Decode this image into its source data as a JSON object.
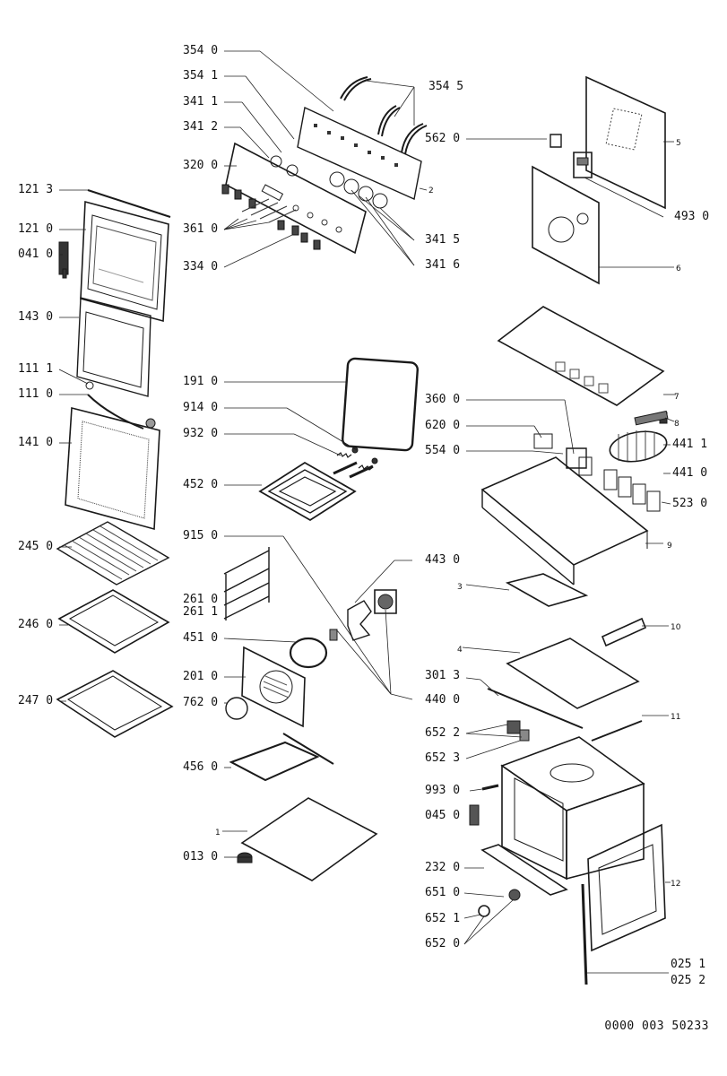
{
  "document_code": "0000 003 50233",
  "labels_left": [
    "121 3",
    "121 0",
    "041 0",
    "143 0",
    "111 1",
    "111 0",
    "141 0",
    "245 0",
    "246 0",
    "247 0"
  ],
  "labels_mid": [
    "354 0",
    "354 1",
    "341 1",
    "341 2",
    "320 0",
    "361 0",
    "334 0",
    "191 0",
    "914 0",
    "932 0",
    "452 0",
    "915 0",
    "261 0",
    "261 1",
    "451 0",
    "201 0",
    "762 0",
    "456 0",
    "013 0"
  ],
  "labels_right": [
    "354 5",
    "562 0",
    "341 5",
    "341 6",
    "493 0",
    "360 0",
    "620 0",
    "554 0",
    "441 1",
    "441 0",
    "523 0",
    "443 0",
    "440 0",
    "301 3",
    "652 2",
    "652 3",
    "993 0",
    "045 0",
    "232 0",
    "651 0",
    "652 1",
    "652 0",
    "025 1",
    "025 2"
  ],
  "part_numbers": [
    "1",
    "2",
    "3",
    "4",
    "5",
    "6",
    "7",
    "8",
    "9",
    "10",
    "11",
    "12"
  ]
}
